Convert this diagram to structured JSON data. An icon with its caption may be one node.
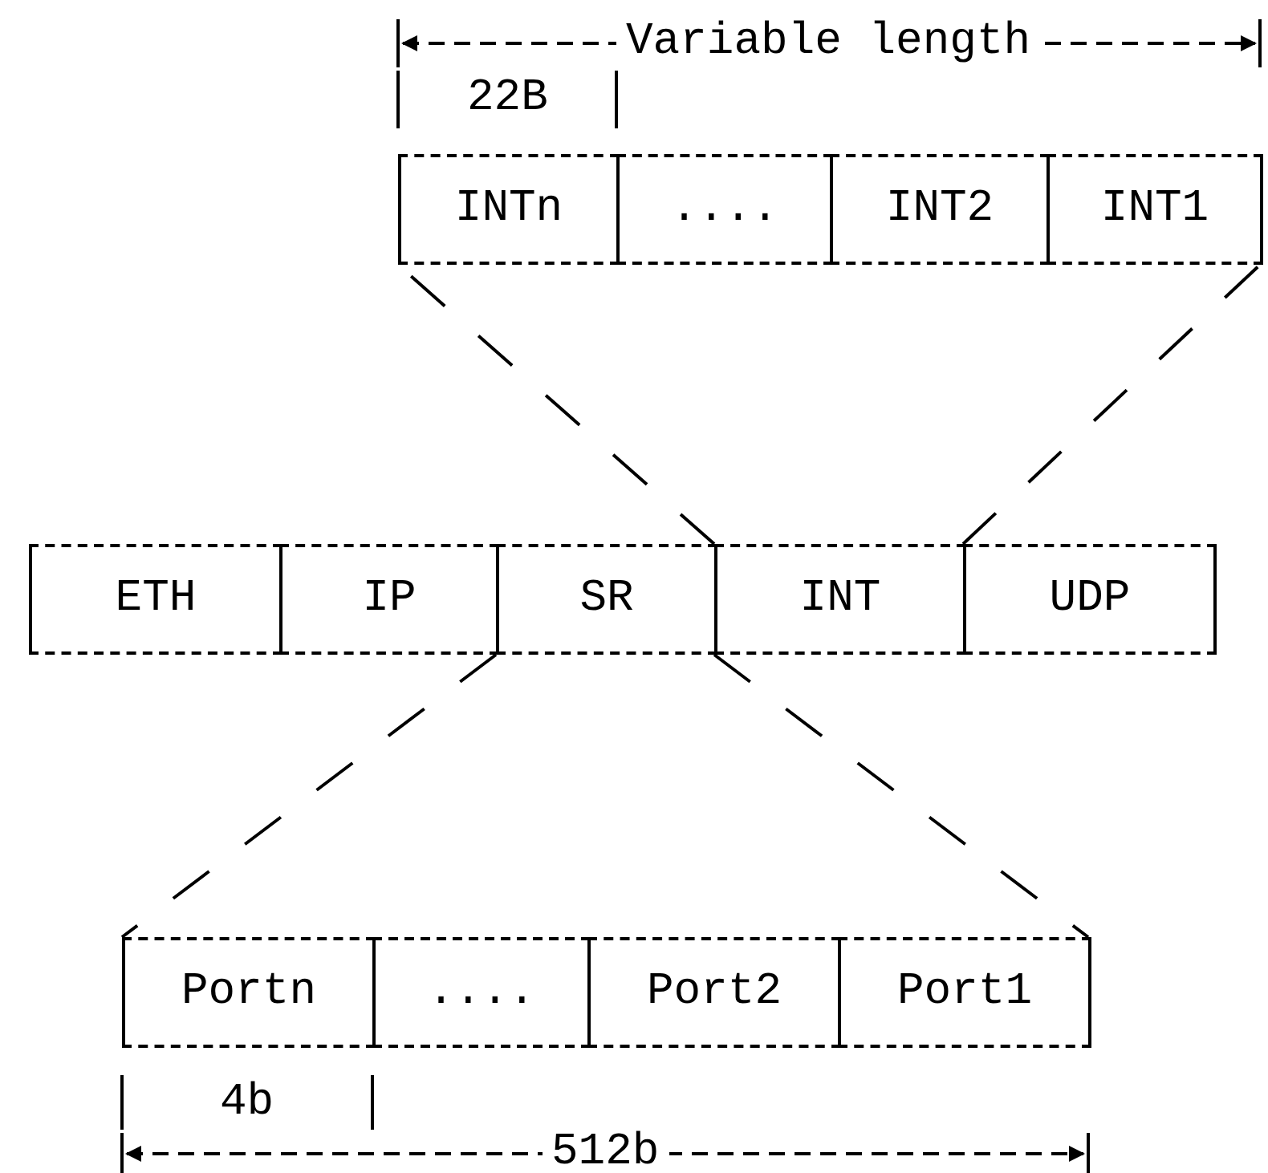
{
  "diagram": {
    "nodes": [
      {
        "text": [
          "INTn"
        ]
      },
      {
        "text": [
          "...."
        ]
      },
      {
        "text": [
          "INT2"
        ]
      },
      {
        "text": [
          "INT1"
        ]
      },
      {
        "text": [
          "ETH"
        ]
      },
      {
        "text": [
          "IP"
        ]
      },
      {
        "text": [
          "SR"
        ]
      },
      {
        "text": [
          "INT"
        ]
      },
      {
        "text": [
          "UDP"
        ]
      },
      {
        "text": [
          "Portn"
        ]
      },
      {
        "text": [
          "...."
        ]
      },
      {
        "text": [
          "Port2"
        ]
      },
      {
        "text": [
          "Port1"
        ]
      }
    ],
    "edges": [
      {
        "from": 7,
        "to": 0,
        "arrow": "none",
        "style": "dashed"
      },
      {
        "from": 7,
        "to": 3,
        "arrow": "none",
        "style": "dashed"
      },
      {
        "from": 6,
        "to": 9,
        "arrow": "none",
        "style": "dashed"
      },
      {
        "from": 6,
        "to": 12,
        "arrow": "none",
        "style": "dashed"
      }
    ],
    "labels": [
      "Variable length",
      "22B",
      "4b",
      "512b"
    ]
  }
}
